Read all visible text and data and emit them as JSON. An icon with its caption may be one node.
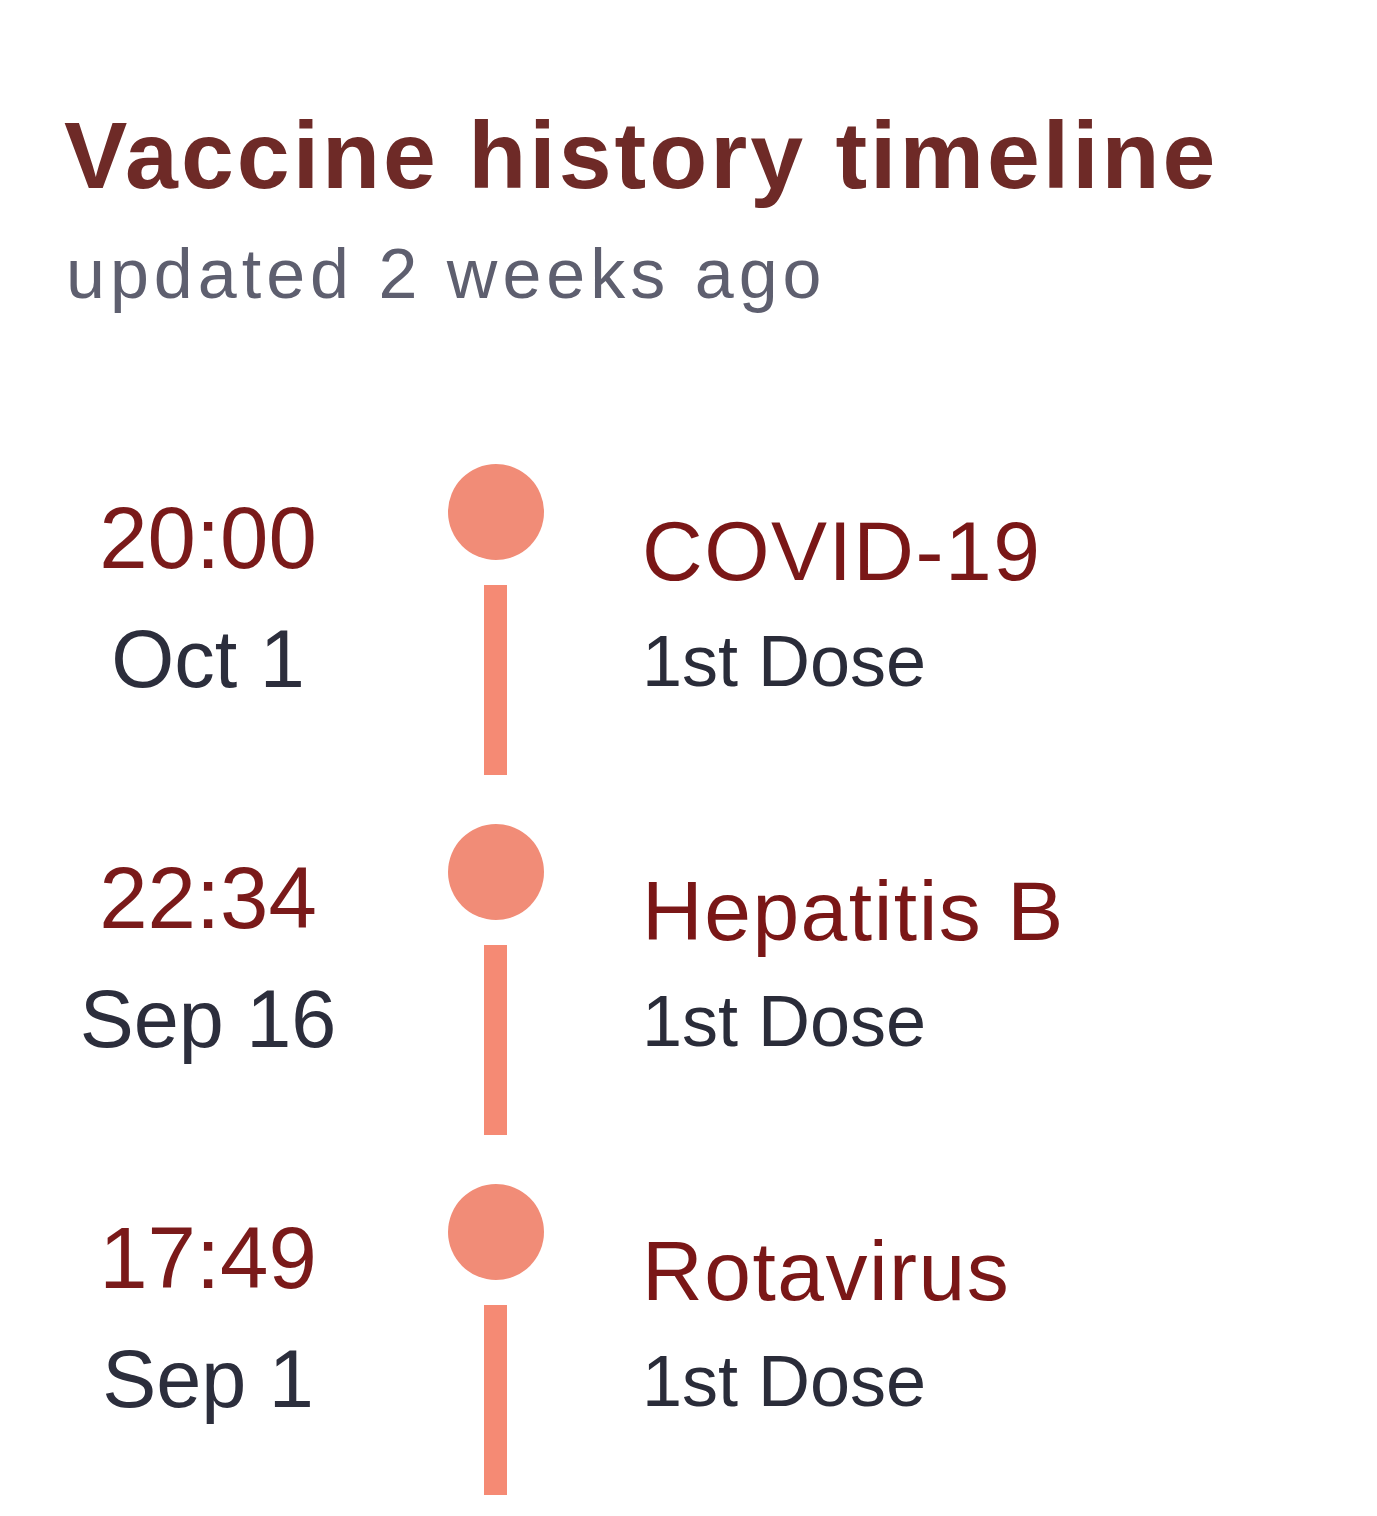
{
  "diagram": {
    "title": "Vaccine history timeline",
    "nodes": [
      {
        "text": [],
        "shape": "circle",
        "beside": [
          "20:00",
          "Oct 1",
          "COVID-19",
          "1st Dose"
        ]
      },
      {
        "text": [],
        "shape": "bar"
      },
      {
        "text": [],
        "shape": "circle",
        "beside": [
          "22:34",
          "Sep 16",
          "Hepatitis B",
          "1st Dose"
        ]
      },
      {
        "text": [],
        "shape": "bar"
      },
      {
        "text": [],
        "shape": "circle",
        "beside": [
          "17:49",
          "Sep 1",
          "Rotavirus",
          "1st Dose"
        ]
      },
      {
        "text": [],
        "shape": "bar"
      }
    ],
    "labels": [
      "updated 2 weeks ago"
    ]
  }
}
